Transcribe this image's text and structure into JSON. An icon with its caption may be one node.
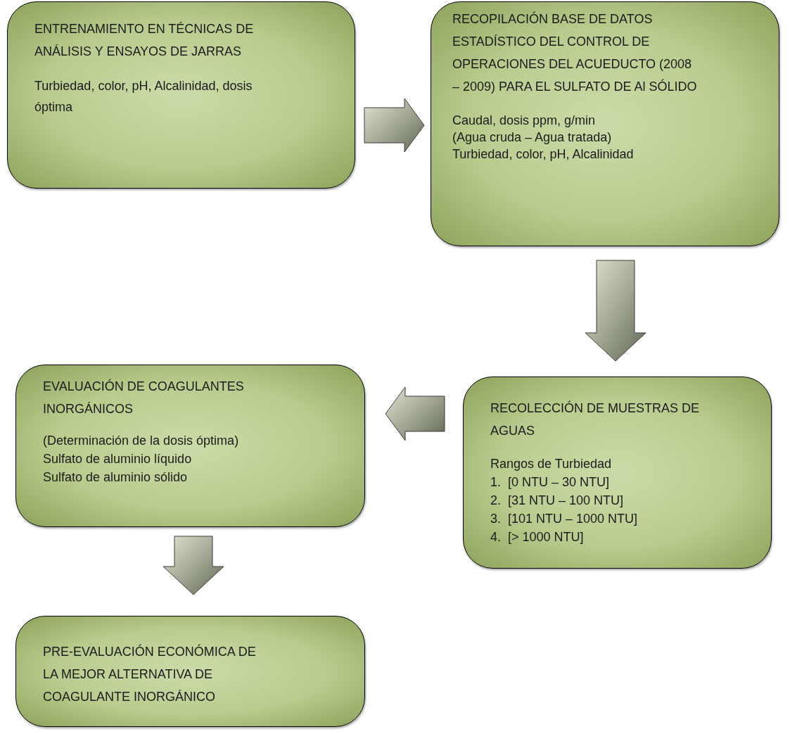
{
  "diagram": {
    "nodes": [
      {
        "text": [
          "ENTRENAMIENTO EN TÉCNICAS DE ANÁLISIS Y ENSAYOS DE JARRAS",
          "Turbiedad, color, pH, Alcalinidad, dosis óptima"
        ]
      },
      {
        "text": [
          "RECOPILACIÓN BASE DE DATOS ESTADÍSTICO DEL CONTROL DE OPERACIONES DEL ACUEDUCTO (2008 – 2009) PARA EL SULFATO DE Al SÓLIDO",
          "Caudal, dosis ppm, g/min",
          "(Agua cruda – Agua tratada)",
          "Turbiedad, color, pH, Alcalinidad"
        ]
      },
      {
        "text": [
          "RECOLECCIÓN DE MUESTRAS DE AGUAS",
          "Rangos de Turbiedad",
          "1.  [0 NTU – 30 NTU]",
          "2.  [31 NTU – 100 NTU]",
          "3.  [101 NTU – 1000 NTU]",
          "4.  [> 1000 NTU]"
        ]
      },
      {
        "text": [
          "EVALUACIÓN DE COAGULANTES INORGÁNICOS",
          "(Determinación de la dosis óptima)",
          "Sulfato de aluminio líquido",
          "Sulfato de aluminio sólido"
        ]
      },
      {
        "text": [
          "PRE-EVALUACIÓN ECONÓMICA DE LA MEJOR ALTERNATIVA DE COAGULANTE INORGÁNICO"
        ]
      }
    ],
    "edges": [
      {
        "from": 0,
        "to": 1,
        "arrow": "to"
      },
      {
        "from": 1,
        "to": 2,
        "arrow": "to"
      },
      {
        "from": 2,
        "to": 3,
        "arrow": "to"
      },
      {
        "from": 3,
        "to": 4,
        "arrow": "to"
      }
    ]
  }
}
